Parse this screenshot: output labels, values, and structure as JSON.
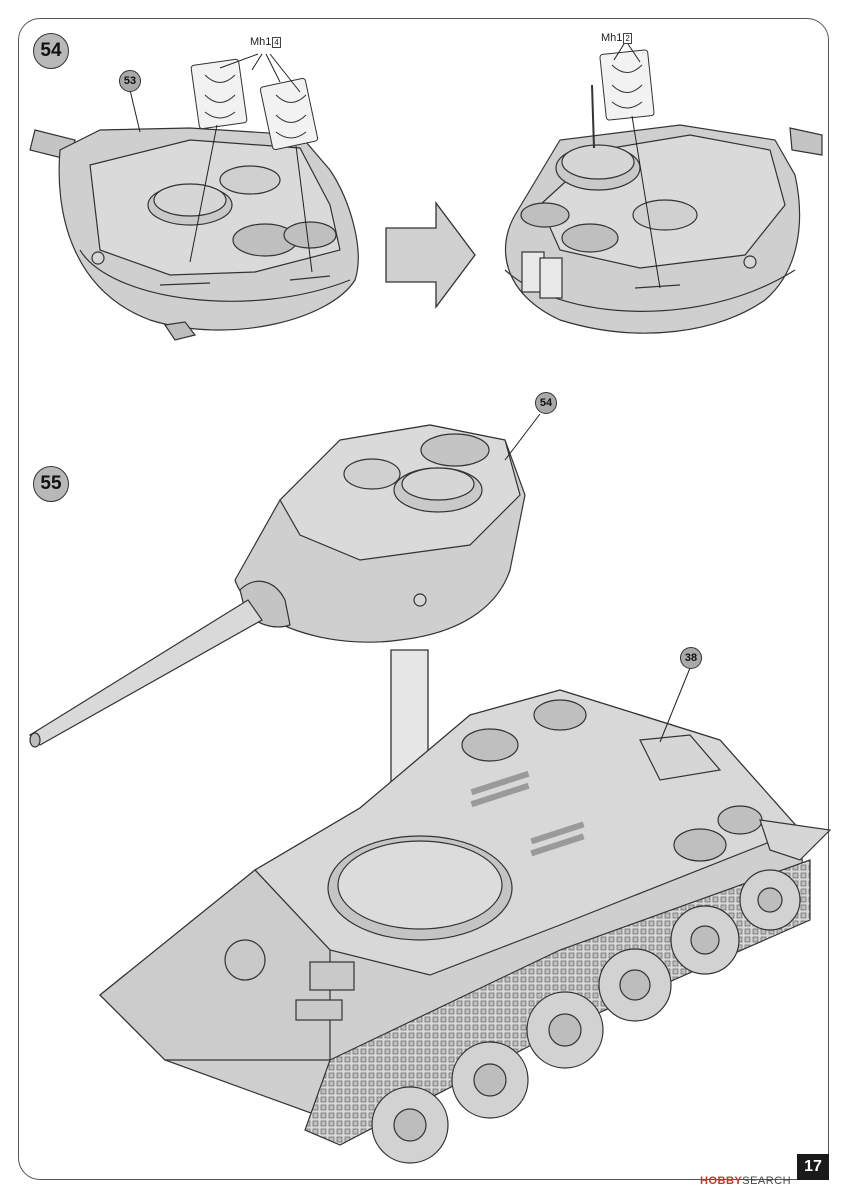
{
  "steps": {
    "step54": "54",
    "step55": "55"
  },
  "callouts": {
    "c53": "53",
    "c54": "54",
    "c38": "38"
  },
  "part_labels": {
    "left": {
      "prefix": "Mh1",
      "qty": "4"
    },
    "right": {
      "prefix": "Mh1",
      "qty": "2"
    }
  },
  "page_number": "17",
  "watermark": {
    "brand": "HOBBY",
    "suffix": "SEARCH"
  }
}
